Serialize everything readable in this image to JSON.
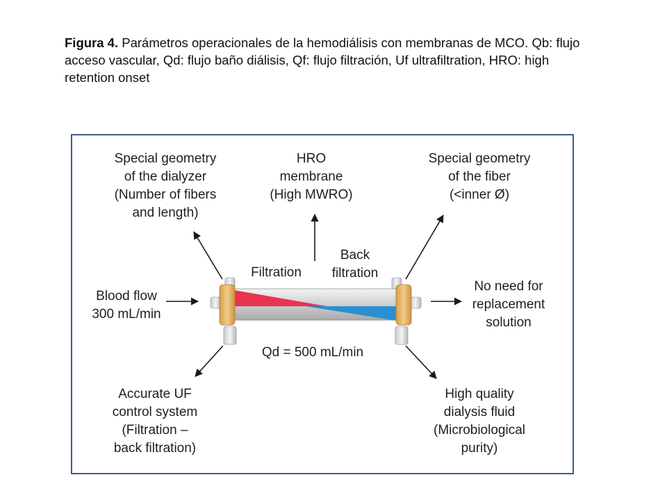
{
  "caption": {
    "figure_label": "Figura 4.",
    "text": " Parámetros operacionales de la hemodiálisis con membranas de MCO. Qb: flujo acceso vascular, Qd: flujo baño diálisis, Qf: flujo filtración, Uf ultrafiltration, HRO: high retention onset"
  },
  "diagram": {
    "top_left": [
      "Special geometry",
      "of the dialyzer",
      "(Number of fibers",
      "and length)"
    ],
    "top_center": [
      "HRO",
      "membrane",
      "(High MWRO)"
    ],
    "top_right": [
      "Special geometry",
      "of the fiber",
      "(<inner Ø)"
    ],
    "filtration": "Filtration",
    "back_filtration": [
      "Back",
      "filtration"
    ],
    "blood_flow": [
      "Blood flow",
      "300 mL/min"
    ],
    "no_replacement": [
      "No need for",
      "replacement",
      "solution"
    ],
    "qd": "Qd = 500 mL/min",
    "bottom_left": [
      "Accurate UF",
      "control system",
      "(Filtration –",
      "back filtration)"
    ],
    "bottom_right": [
      "High quality",
      "dialysis fluid",
      "(Microbiological",
      "purity)"
    ]
  },
  "colors": {
    "frame": "#3f5a86",
    "filtration_wedge": "#e8334f",
    "backfiltration_wedge": "#2a8fd0",
    "cap": "#e3b46a"
  }
}
